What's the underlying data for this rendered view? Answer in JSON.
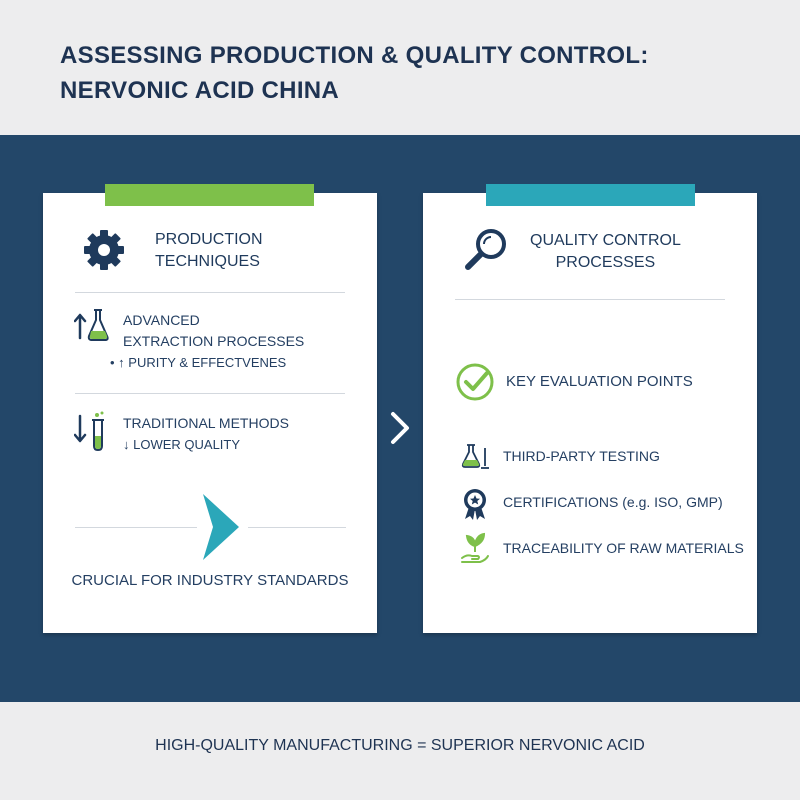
{
  "title_line1": "ASSESSING PRODUCTION & QUALITY CONTROL:",
  "title_line2": "NERVONIC ACID CHINA",
  "left_card": {
    "heading_line1": "PRODUCTION",
    "heading_line2": "TECHNIQUES",
    "advanced_line1": "ADVANCED",
    "advanced_line2": "EXTRACTION PROCESSES",
    "advanced_bullet": "• ↑ PURITY & EFFECTVENES",
    "traditional_line1": "TRADITIONAL METHODS",
    "traditional_line2": "↓ LOWER QUALITY",
    "conclusion": "CRUCIAL FOR INDUSTRY STANDARDS"
  },
  "right_card": {
    "heading_line1": "QUALITY CONTROL",
    "heading_line2": "PROCESSES",
    "key_points": "KEY EVALUATION POINTS",
    "items": [
      "THIRD-PARTY TESTING",
      "CERTIFICATIONS (e.g. ISO, GMP)",
      "TRACEABILITY OF RAW MATERIALS"
    ]
  },
  "footer": "HIGH-QUALITY MANUFACTURING = SUPERIOR NERVONIC ACID",
  "colors": {
    "navy": "#234769",
    "green_accent": "#7ec04a",
    "teal_accent": "#2ba7b9",
    "text_dark": "#1e3352"
  },
  "icons": [
    "gear-icon",
    "flask-up-icon",
    "test-tube-down-icon",
    "teal-arrow-icon",
    "magnifier-icon",
    "check-circle-icon",
    "lab-flask-icon",
    "certificate-badge-icon",
    "plant-hand-icon",
    "chevron-right-icon"
  ]
}
